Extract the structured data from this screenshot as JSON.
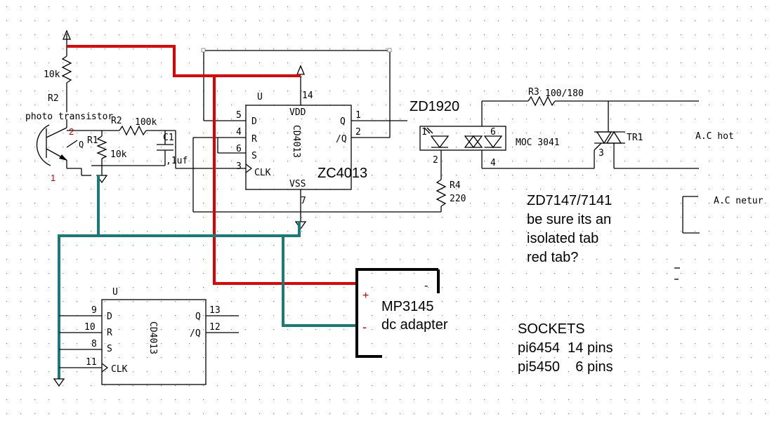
{
  "labels": {
    "photo_transistor": "photo transistor",
    "r2_name": "R2",
    "r2_value": "10k",
    "r2b_name": "R2",
    "r2b_value": "100k",
    "r1_name": "R1",
    "r1_value": "10k",
    "c1_name": "C1",
    "c1_value": ",1uf",
    "q_label": "Q",
    "pt_pin2": "2",
    "pt_pin1": "1",
    "u1_ref": "U",
    "u1_part": "CD4013",
    "u1_vdd": "VDD",
    "u1_vss": "VSS",
    "u1_d": "D",
    "u1_r": "R",
    "u1_s": "S",
    "u1_clk": "CLK",
    "u1_q": "Q",
    "u1_qn": "/Q",
    "u1_pin14": "14",
    "u1_pin5": "5",
    "u1_pin4": "4",
    "u1_pin6": "6",
    "u1_pin3": "3",
    "u1_pin7": "7",
    "u1_pin1": "1",
    "u1_pin2": "2",
    "zc4013": "ZC4013",
    "zd1920": "ZD1920",
    "moc": "MOC 3041",
    "moc_pin1": "1",
    "moc_pin6": "6",
    "moc_pin2": "2",
    "moc_pin4": "4",
    "r3_name": "R3",
    "r3_value": "100/180",
    "tr1": "TR1",
    "tr1_pin3": "3",
    "ac_hot": "A.C hot",
    "ac_neutral": "A.C netur",
    "r4_name": "R4",
    "r4_value": "220",
    "zd7147_1": "ZD7147/7141",
    "zd7147_2": "be sure its an",
    "zd7147_3": "isolated tab",
    "zd7147_4": "red tab?",
    "adapter_1": "MP3145",
    "adapter_2": "dc adapter",
    "plus": "+",
    "minus": "-",
    "minus_top": "-",
    "u2_ref": "U",
    "u2_part": "CD4013",
    "u2_d": "D",
    "u2_r": "R",
    "u2_s": "S",
    "u2_clk": "CLK",
    "u2_q": "Q",
    "u2_qn": "/Q",
    "u2_pin9": "9",
    "u2_pin10": "10",
    "u2_pin8": "8",
    "u2_pin11": "11",
    "u2_pin13": "13",
    "u2_pin12": "12",
    "sockets_title": "SOCKETS",
    "sockets_1": "pi6454  14 pins",
    "sockets_2": "pi5450    6 pins"
  }
}
